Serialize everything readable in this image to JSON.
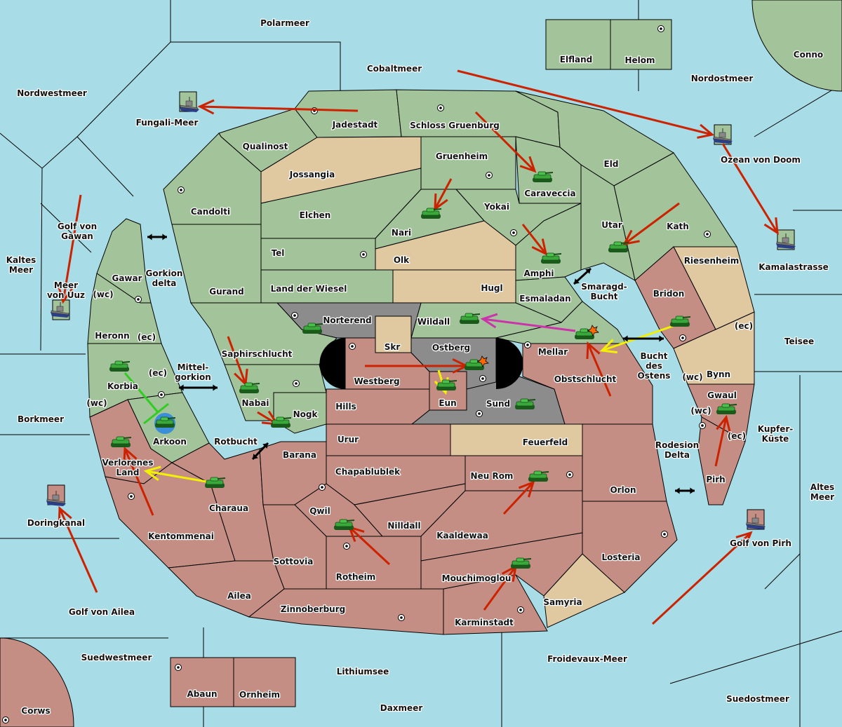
{
  "colors": {
    "sea": "#a8dce6",
    "green": "#a3c49a",
    "pink": "#c48e84",
    "tan": "#e0c8a0",
    "gray": "#8c8c8c",
    "impassable": "#000000",
    "move_arrow": "#cc2200",
    "support_arrow": "#f2f200",
    "convoy_arrow": "#cc33aa",
    "link_line": "#33cc22"
  },
  "regions": [
    {
      "name": "Qualinost",
      "fill": "green"
    },
    {
      "name": "Jadestadt",
      "fill": "green"
    },
    {
      "name": "Schloss Gruenburg",
      "fill": "green"
    },
    {
      "name": "Eld",
      "fill": "green"
    },
    {
      "name": "Kath",
      "fill": "green"
    },
    {
      "name": "Utar",
      "fill": "green"
    },
    {
      "name": "Caraveccia",
      "fill": "green"
    },
    {
      "name": "Gruenheim",
      "fill": "green"
    },
    {
      "name": "Yokai",
      "fill": "green"
    },
    {
      "name": "Candolti",
      "fill": "green"
    },
    {
      "name": "Jossangia",
      "fill": "tan"
    },
    {
      "name": "Elchen",
      "fill": "green"
    },
    {
      "name": "Nari",
      "fill": "green"
    },
    {
      "name": "Olk",
      "fill": "tan"
    },
    {
      "name": "Tel",
      "fill": "green"
    },
    {
      "name": "Land der Wiesel",
      "fill": "green"
    },
    {
      "name": "Hugl",
      "fill": "tan"
    },
    {
      "name": "Gurand",
      "fill": "green"
    },
    {
      "name": "Amphi",
      "fill": "green"
    },
    {
      "name": "Esmaladan",
      "fill": "green"
    },
    {
      "name": "Wildall",
      "fill": "green"
    },
    {
      "name": "Mellar",
      "fill": "green"
    },
    {
      "name": "Norterend",
      "fill": "gray"
    },
    {
      "name": "Saphirschlucht",
      "fill": "green"
    },
    {
      "name": "Nabai",
      "fill": "green"
    },
    {
      "name": "Nogk",
      "fill": "green"
    },
    {
      "name": "Westberg",
      "fill": "pink"
    },
    {
      "name": "Skr",
      "fill": "tan"
    },
    {
      "name": "Ostberg",
      "fill": "gray"
    },
    {
      "name": "Eun",
      "fill": "pink"
    },
    {
      "name": "Sund",
      "fill": "gray"
    },
    {
      "name": "Hills",
      "fill": "pink"
    },
    {
      "name": "Obstschlucht",
      "fill": "pink"
    },
    {
      "name": "Gawar",
      "fill": "green"
    },
    {
      "name": "Heronn",
      "fill": "green"
    },
    {
      "name": "Korbia",
      "fill": "green"
    },
    {
      "name": "Arkoon",
      "fill": "green"
    },
    {
      "name": "Verlorenes Land",
      "fill": "pink"
    },
    {
      "name": "Kentommenai",
      "fill": "pink"
    },
    {
      "name": "Charaua",
      "fill": "pink"
    },
    {
      "name": "Barana",
      "fill": "pink"
    },
    {
      "name": "Sottovia",
      "fill": "pink"
    },
    {
      "name": "Ailea",
      "fill": "pink"
    },
    {
      "name": "Zinnoberburg",
      "fill": "pink"
    },
    {
      "name": "Karminstadt",
      "fill": "pink"
    },
    {
      "name": "Samyria",
      "fill": "tan"
    },
    {
      "name": "Losteria",
      "fill": "pink"
    },
    {
      "name": "Orlon",
      "fill": "pink"
    },
    {
      "name": "Feuerfeld",
      "fill": "tan"
    },
    {
      "name": "Urur",
      "fill": "pink"
    },
    {
      "name": "Chapablublek",
      "fill": "pink"
    },
    {
      "name": "Qwil",
      "fill": "pink"
    },
    {
      "name": "Nilldall",
      "fill": "pink"
    },
    {
      "name": "Neu Rom",
      "fill": "pink"
    },
    {
      "name": "Kaaldewaa",
      "fill": "pink"
    },
    {
      "name": "Rotheim",
      "fill": "pink"
    },
    {
      "name": "Mouchimoglou",
      "fill": "pink"
    },
    {
      "name": "Riesenheim",
      "fill": "tan"
    },
    {
      "name": "Bridon",
      "fill": "pink"
    },
    {
      "name": "Bynn",
      "fill": "tan"
    },
    {
      "name": "Gwaul",
      "fill": "pink"
    },
    {
      "name": "Pirh",
      "fill": "pink"
    },
    {
      "name": "Elfland",
      "fill": "green"
    },
    {
      "name": "Helom",
      "fill": "green"
    },
    {
      "name": "Conno",
      "fill": "green"
    },
    {
      "name": "Abaun",
      "fill": "pink"
    },
    {
      "name": "Ornheim",
      "fill": "pink"
    },
    {
      "name": "Corws",
      "fill": "pink"
    }
  ],
  "labels": [
    {
      "lines": [
        "Polarmeer"
      ]
    },
    {
      "lines": [
        "Cobaltmeer"
      ]
    },
    {
      "lines": [
        "Elfland"
      ]
    },
    {
      "lines": [
        "Helom"
      ]
    },
    {
      "lines": [
        "Conno"
      ]
    },
    {
      "lines": [
        "Nordostmeer"
      ]
    },
    {
      "lines": [
        "Nordwestmeer"
      ]
    },
    {
      "lines": [
        "Fungali-Meer"
      ]
    },
    {
      "lines": [
        "Jadestadt"
      ]
    },
    {
      "lines": [
        "Schloss Gruenburg"
      ]
    },
    {
      "lines": [
        "Qualinost"
      ]
    },
    {
      "lines": [
        "Gruenheim"
      ]
    },
    {
      "lines": [
        "Ozean von Doom"
      ]
    },
    {
      "lines": [
        "Eld"
      ]
    },
    {
      "lines": [
        "Jossangia"
      ]
    },
    {
      "lines": [
        "Caraveccia"
      ]
    },
    {
      "lines": [
        "Candolti"
      ]
    },
    {
      "lines": [
        "Yokai"
      ]
    },
    {
      "lines": [
        "Elchen"
      ]
    },
    {
      "lines": [
        "Utar"
      ]
    },
    {
      "lines": [
        "Kath"
      ]
    },
    {
      "lines": [
        "Golf von",
        "Gawan"
      ]
    },
    {
      "lines": [
        "Nari"
      ]
    },
    {
      "lines": [
        "Kamalastrasse"
      ]
    },
    {
      "lines": [
        "Tel"
      ]
    },
    {
      "lines": [
        "Olk"
      ]
    },
    {
      "lines": [
        "Riesenheim"
      ]
    },
    {
      "lines": [
        "Kaltes",
        "Meer"
      ]
    },
    {
      "lines": [
        "Gawar"
      ]
    },
    {
      "lines": [
        "Gorkion",
        "delta"
      ]
    },
    {
      "lines": [
        "Amphi"
      ]
    },
    {
      "lines": [
        "Meer",
        "von Uuz"
      ]
    },
    {
      "lines": [
        "(wc)"
      ]
    },
    {
      "lines": [
        "Gurand"
      ]
    },
    {
      "lines": [
        "Land der Wiesel"
      ]
    },
    {
      "lines": [
        "Hugl"
      ]
    },
    {
      "lines": [
        "Smaragd-",
        "Bucht"
      ]
    },
    {
      "lines": [
        "Bridon"
      ]
    },
    {
      "lines": [
        "Esmaladan"
      ]
    },
    {
      "lines": [
        "Norterend"
      ]
    },
    {
      "lines": [
        "Wildall"
      ]
    },
    {
      "lines": [
        "(ec)"
      ]
    },
    {
      "lines": [
        "Teisee"
      ]
    },
    {
      "lines": [
        "Heronn"
      ]
    },
    {
      "lines": [
        "(ec)"
      ]
    },
    {
      "lines": [
        "Skr"
      ]
    },
    {
      "lines": [
        "Ostberg"
      ]
    },
    {
      "lines": [
        "Mellar"
      ]
    },
    {
      "lines": [
        "Saphirschlucht"
      ]
    },
    {
      "lines": [
        "Bucht",
        "des",
        "Ostens"
      ]
    },
    {
      "lines": [
        "(ec)"
      ]
    },
    {
      "lines": [
        "Mittel-",
        "gorkion"
      ]
    },
    {
      "lines": [
        "Bynn"
      ]
    },
    {
      "lines": [
        "(wc)"
      ]
    },
    {
      "lines": [
        "Westberg"
      ]
    },
    {
      "lines": [
        "Obstschlucht"
      ]
    },
    {
      "lines": [
        "Korbia"
      ]
    },
    {
      "lines": [
        "Nabai"
      ]
    },
    {
      "lines": [
        "Eun"
      ]
    },
    {
      "lines": [
        "Sund"
      ]
    },
    {
      "lines": [
        "(wc)"
      ]
    },
    {
      "lines": [
        "Hills"
      ]
    },
    {
      "lines": [
        "Gwaul"
      ]
    },
    {
      "lines": [
        "Nogk"
      ]
    },
    {
      "lines": [
        "(wc)"
      ]
    },
    {
      "lines": [
        "Borkmeer"
      ]
    },
    {
      "lines": [
        "Kupfer-",
        "Küste"
      ]
    },
    {
      "lines": [
        "(ec)"
      ]
    },
    {
      "lines": [
        "Urur"
      ]
    },
    {
      "lines": [
        "Rotbucht"
      ]
    },
    {
      "lines": [
        "Feuerfeld"
      ]
    },
    {
      "lines": [
        "Arkoon"
      ]
    },
    {
      "lines": [
        "Rodesion",
        "Delta"
      ]
    },
    {
      "lines": [
        "Barana"
      ]
    },
    {
      "lines": [
        "Verlorenes",
        "Land"
      ]
    },
    {
      "lines": [
        "Chapablublek"
      ]
    },
    {
      "lines": [
        "Neu Rom"
      ]
    },
    {
      "lines": [
        "Pirh"
      ]
    },
    {
      "lines": [
        "Orlon"
      ]
    },
    {
      "lines": [
        "Altes",
        "Meer"
      ]
    },
    {
      "lines": [
        "Charaua"
      ]
    },
    {
      "lines": [
        "Qwil"
      ]
    },
    {
      "lines": [
        "Doringkanal"
      ]
    },
    {
      "lines": [
        "Nilldall"
      ]
    },
    {
      "lines": [
        "Kentommenai"
      ]
    },
    {
      "lines": [
        "Kaaldewaa"
      ]
    },
    {
      "lines": [
        "Golf von Pirh"
      ]
    },
    {
      "lines": [
        "Losteria"
      ]
    },
    {
      "lines": [
        "Sottovia"
      ]
    },
    {
      "lines": [
        "Rotheim"
      ]
    },
    {
      "lines": [
        "Mouchimoglou"
      ]
    },
    {
      "lines": [
        "Ailea"
      ]
    },
    {
      "lines": [
        "Samyria"
      ]
    },
    {
      "lines": [
        "Zinnoberburg"
      ]
    },
    {
      "lines": [
        "Golf von Ailea"
      ]
    },
    {
      "lines": [
        "Karminstadt"
      ]
    },
    {
      "lines": [
        "Suedwestmeer"
      ]
    },
    {
      "lines": [
        "Froidevaux-Meer"
      ]
    },
    {
      "lines": [
        "Lithiumsee"
      ]
    },
    {
      "lines": [
        "Abaun"
      ]
    },
    {
      "lines": [
        "Ornheim"
      ]
    },
    {
      "lines": [
        "Suedostmeer"
      ]
    },
    {
      "lines": [
        "Daxmeer"
      ]
    },
    {
      "lines": [
        "Corws"
      ]
    }
  ],
  "units": [
    {
      "type": "army",
      "at": "Norterend"
    },
    {
      "type": "army",
      "at": "Wildall"
    },
    {
      "type": "army",
      "at": "Mellar",
      "dislodged": true
    },
    {
      "type": "army",
      "at": "Ostberg",
      "dislodged": true
    },
    {
      "type": "army",
      "at": "Eun"
    },
    {
      "type": "army",
      "at": "Sund"
    },
    {
      "type": "army",
      "at": "Caraveccia"
    },
    {
      "type": "army",
      "at": "Nari"
    },
    {
      "type": "army",
      "at": "Amphi"
    },
    {
      "type": "army",
      "at": "Utar"
    },
    {
      "type": "army",
      "at": "Bridon"
    },
    {
      "type": "army",
      "at": "Korbia"
    },
    {
      "type": "army",
      "at": "Nabai"
    },
    {
      "type": "army",
      "at": "Nogk"
    },
    {
      "type": "army",
      "at": "Arkoon"
    },
    {
      "type": "army",
      "at": "Verlorenes Land"
    },
    {
      "type": "army",
      "at": "Charaua"
    },
    {
      "type": "army",
      "at": "Neu Rom"
    },
    {
      "type": "army",
      "at": "Qwil"
    },
    {
      "type": "army",
      "at": "Mouchimoglou"
    },
    {
      "type": "army",
      "at": "Gwaul"
    },
    {
      "type": "fleet",
      "at": "Fungali-Meer"
    },
    {
      "type": "fleet",
      "at": "Meer von Uuz"
    },
    {
      "type": "fleet",
      "at": "Ozean von Doom"
    },
    {
      "type": "fleet",
      "at": "Kamalastrasse"
    },
    {
      "type": "fleet",
      "at": "Doringkanal"
    },
    {
      "type": "fleet",
      "at": "Golf von Pirh"
    }
  ]
}
